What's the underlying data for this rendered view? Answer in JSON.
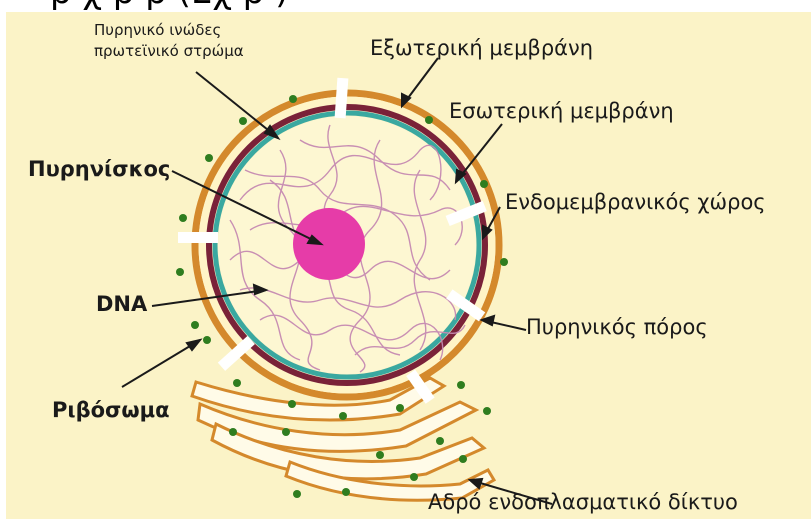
{
  "top_caption": "ρ χ ρ            ρ     (Σχ ρ  )",
  "labels": {
    "lamina": [
      "Πυρηνικό ινώδες",
      "πρωτεϊνικό στρώμα"
    ],
    "outer_membrane": "Εξωτερική μεμβράνη",
    "inner_membrane": "Εσωτερική μεμβράνη",
    "nucleolus": "Πυρηνίσκος",
    "perinuclear_space": "Ενδομεμβρανικός χώρος",
    "dna": "DNA",
    "nuclear_pore": "Πυρηνικός πόρος",
    "ribosome": "Ριβόσωμα",
    "rough_er": "Αδρό ενδοπλασματικό δίκτυο"
  },
  "colors": {
    "panel_background": "#fbf3c7",
    "outer_membrane": "#d4892c",
    "inner_membrane_dark": "#7a2238",
    "inner_membrane_teal": "#3aa8a0",
    "nucleoplasm": "#fdf7d2",
    "dna_strands": "#c68ab2",
    "nucleolus": "#e63ca8",
    "ribosome": "#2f7d1f",
    "er_outline": "#d4892c",
    "pore": "#ffffff"
  }
}
